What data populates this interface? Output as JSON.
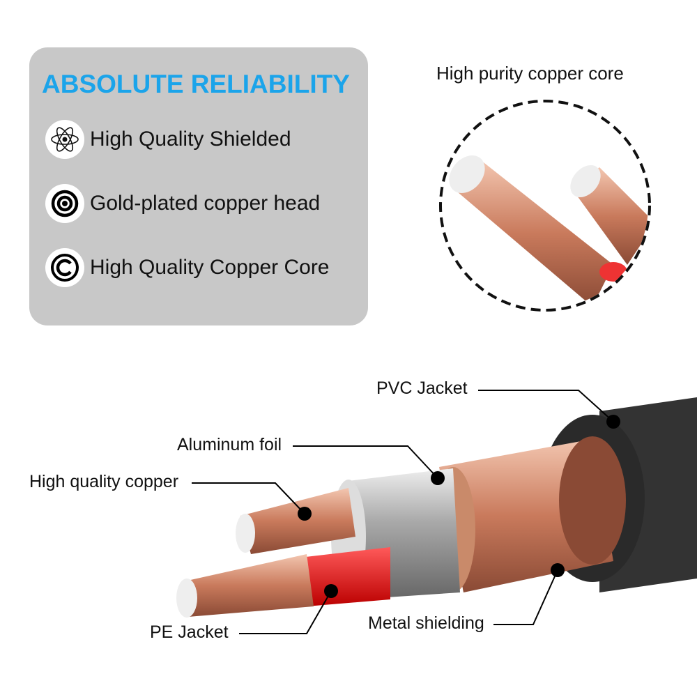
{
  "features": {
    "title": "ABSOLUTE RELIABILITY",
    "items": [
      {
        "icon": "atom-icon",
        "label": "High Quality Shielded"
      },
      {
        "icon": "target-icon",
        "label": "Gold-plated copper head"
      },
      {
        "icon": "copyright-icon",
        "label": "High Quality Copper Core"
      }
    ]
  },
  "detail": {
    "label": "High purity copper core"
  },
  "cable_labels": {
    "pvc": "PVC Jacket",
    "foil": "Aluminum foil",
    "copper": "High quality copper",
    "pe": "PE Jacket",
    "shield": "Metal shielding"
  },
  "colors": {
    "accent": "#1ba4ea",
    "copper": "#d9977a",
    "pe": "#e41f1f",
    "panel": "#c8c8c8"
  }
}
